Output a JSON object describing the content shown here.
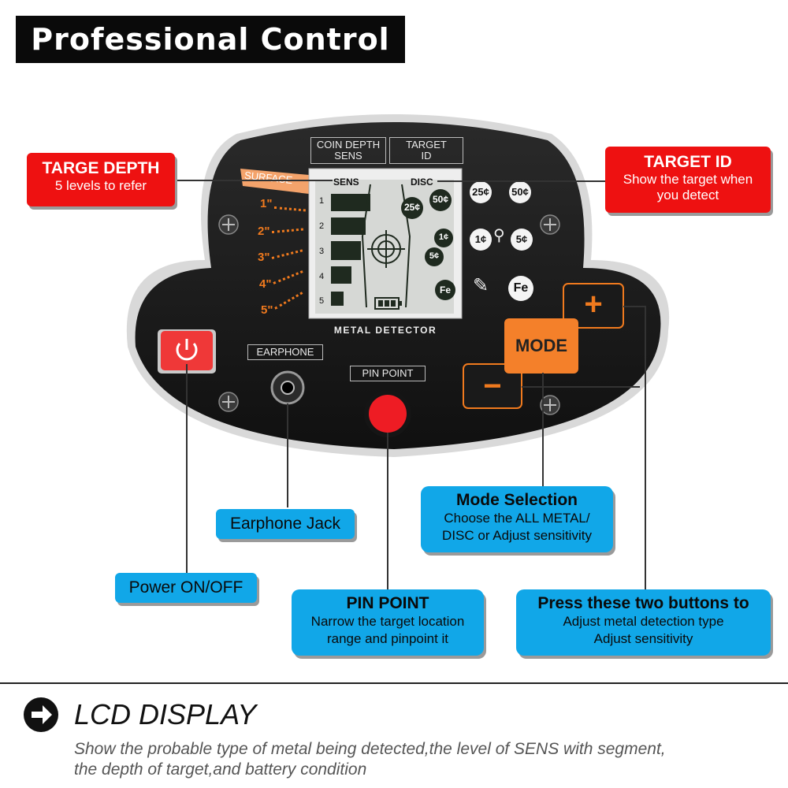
{
  "title": "Professional  Control  Box",
  "panel": {
    "top_labels": [
      "COIN DEPTH",
      "SENS",
      "TARGET",
      "ID"
    ],
    "surface_label": "SURFACE",
    "depth_labels": [
      "1\"",
      "2\"",
      "3\"",
      "4\"",
      "5\""
    ],
    "lcd": {
      "sens_label": "SENS",
      "disc_label": "DISC",
      "segment_numbers": [
        "1",
        "2",
        "3",
        "4",
        "5"
      ],
      "coins": [
        "25¢",
        "50¢",
        "1¢",
        "5¢",
        "Fe"
      ],
      "brand_label": "METAL DETECTOR"
    },
    "side_coins": [
      "25¢",
      "50¢",
      "1¢",
      "5¢",
      "Fe"
    ],
    "earphone_label": "EARPHONE",
    "pinpoint_label": "PIN POINT",
    "mode_label": "MODE",
    "plus_label": "+",
    "minus_label": "−"
  },
  "callouts": {
    "targe_depth": {
      "title": "TARGE DEPTH",
      "subtitle": "5 levels to refer"
    },
    "target_id": {
      "title": "TARGET ID",
      "line1": "Show the target when",
      "line2": "you detect"
    },
    "mode_selection": {
      "title": "Mode Selection",
      "line1": "Choose the ALL METAL/",
      "line2": "DISC or Adjust sensitivity"
    },
    "earphone_jack": "Earphone Jack",
    "power": "Power ON/OFF",
    "pin_point": {
      "title": "PIN POINT",
      "line1": "Narrow the target location",
      "line2": "range and pinpoint it"
    },
    "two_buttons": {
      "title": "Press these two buttons to",
      "line1": "Adjust metal detection type",
      "line2": "Adjust sensitivity"
    }
  },
  "footer": {
    "heading": "LCD DISPLAY",
    "line1": "Show the probable type of metal being detected,the level of SENS with segment,",
    "line2": "the depth of target,and battery condition"
  }
}
